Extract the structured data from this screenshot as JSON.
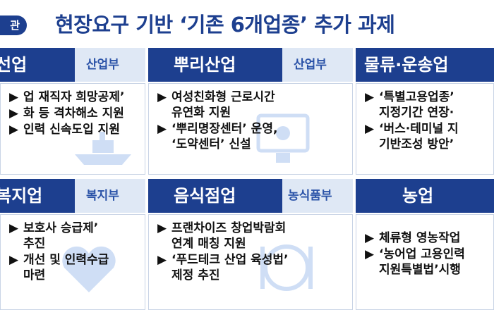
{
  "header": {
    "badge": "관",
    "title": "현장요구 기반 ‘기존 6개업종’ 추가 과제"
  },
  "colors": {
    "navy": "#1d3f8f",
    "light": "#dfe8f5",
    "text": "#111111"
  },
  "bullet_mark": "▶",
  "cells": [
    {
      "sector": "선업",
      "ministry": "산업부",
      "bullets": [
        {
          "l1": "업 재직자 희망공제’",
          "l2": ""
        },
        {
          "l1": "화 등 격차해소 지원",
          "l2": ""
        },
        {
          "l1": "인력 신속도입 지원",
          "l2": ""
        }
      ]
    },
    {
      "sector": "뿌리산업",
      "ministry": "산업부",
      "bullets": [
        {
          "l1": "여성친화형 근로시간",
          "l2": "유연화 지원"
        },
        {
          "l1": "‘뿌리명장센터’ 운영,",
          "l2": "‘도약센터’ 신설"
        }
      ]
    },
    {
      "sector": "물류·운송업",
      "ministry": "",
      "bullets": [
        {
          "l1": "‘특별고용업종’",
          "l2": "지정기간 연장·"
        },
        {
          "l1": "‘버스·테미널 지",
          "l2": "기반조성 방안’"
        }
      ]
    },
    {
      "sector": "복지업",
      "ministry": "복지부",
      "bullets": [
        {
          "l1": "보호사 승급제’",
          "l2": "추진"
        },
        {
          "l1": "개선 및 인력수급",
          "l2": "마련"
        }
      ]
    },
    {
      "sector": "음식점업",
      "ministry": "농식품부",
      "bullets": [
        {
          "l1": "프랜차이즈 창업박람회",
          "l2": "연계 매칭 지원"
        },
        {
          "l1": "‘푸드테크 산업 육성법’",
          "l2": "제정 추진"
        }
      ]
    },
    {
      "sector": "농업",
      "ministry": "",
      "bullets": [
        {
          "l1": "체류형 영농작업",
          "l2": ""
        },
        {
          "l1": "‘농어업 고용인력",
          "l2": "지원특별법’시행"
        }
      ]
    }
  ]
}
